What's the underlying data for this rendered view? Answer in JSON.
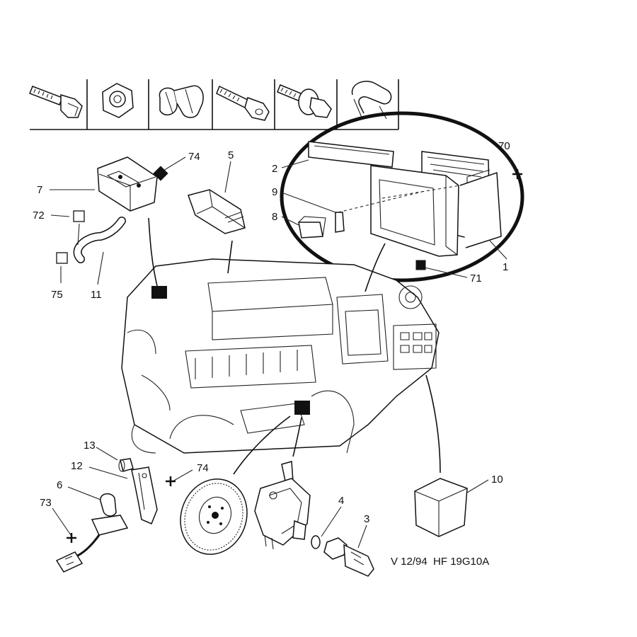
{
  "reference_code": "V 12/94  HF 19G10A",
  "callouts": [
    {
      "id": "c7",
      "text": "7"
    },
    {
      "id": "c74a",
      "text": "74"
    },
    {
      "id": "c5",
      "text": "5"
    },
    {
      "id": "c2",
      "text": "2"
    },
    {
      "id": "c9",
      "text": "9"
    },
    {
      "id": "c8",
      "text": "8"
    },
    {
      "id": "c70",
      "text": "70"
    },
    {
      "id": "c1",
      "text": "1"
    },
    {
      "id": "c71",
      "text": "71"
    },
    {
      "id": "c72",
      "text": "72"
    },
    {
      "id": "c75",
      "text": "75"
    },
    {
      "id": "c11",
      "text": "11"
    },
    {
      "id": "c13",
      "text": "13"
    },
    {
      "id": "c12",
      "text": "12"
    },
    {
      "id": "c74b",
      "text": "74"
    },
    {
      "id": "c6",
      "text": "6"
    },
    {
      "id": "c73",
      "text": "73"
    },
    {
      "id": "c4",
      "text": "4"
    },
    {
      "id": "c3",
      "text": "3"
    },
    {
      "id": "c10",
      "text": "10"
    }
  ],
  "fastener_legend": [
    {
      "icon": "bolt-icon"
    },
    {
      "icon": "nut-icon"
    },
    {
      "icon": "clip-icon"
    },
    {
      "icon": "socket-bolt-icon"
    },
    {
      "icon": "bolt-washer-icon"
    },
    {
      "icon": "spring-clip-icon"
    }
  ],
  "symbols": {
    "open_square": "open-square-icon",
    "filled_square": "filled-square-icon",
    "cross": "cross-icon"
  },
  "colors": {
    "ink": "#111111",
    "paper": "#ffffff"
  }
}
